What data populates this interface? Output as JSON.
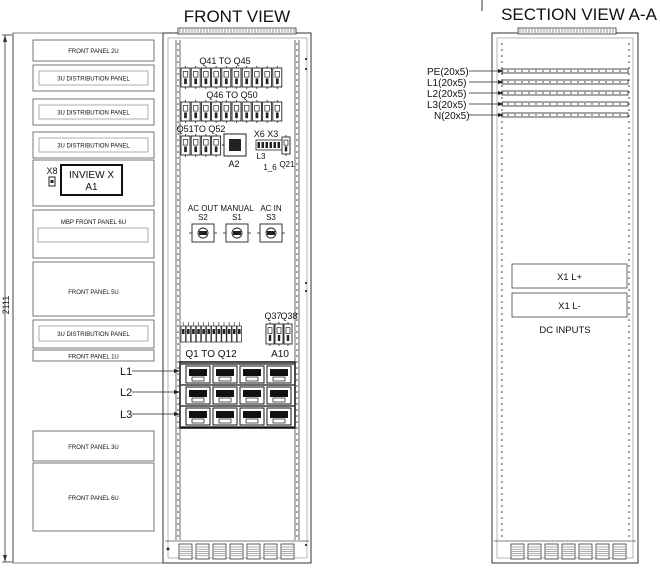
{
  "views": {
    "front_title": "FRONT VIEW",
    "section_title": "SECTION VIEW A-A"
  },
  "dimension": {
    "height_label": "2111"
  },
  "left_panels": [
    {
      "label": "FRONT PANEL 2U"
    },
    {
      "label": "3U DISTRIBUTION PANEL"
    },
    {
      "label": "3U DISTRIBUTION PANEL"
    },
    {
      "label": "3U DISTRIBUTION PANEL"
    },
    {
      "label": "MBP FRONT PANEL 6U"
    },
    {
      "label": "FRONT PANEL 5U"
    },
    {
      "label": "3U DISTRIBUTION PANEL"
    },
    {
      "label": "FRONT PANEL 1U"
    },
    {
      "label": "FRONT PANEL 3U"
    },
    {
      "label": "FRONT PANEL 6U"
    }
  ],
  "inview": {
    "line1": "INVIEW X",
    "line2": "A1",
    "x8": "X8"
  },
  "cabinet_labels": {
    "q41_q45": "Q41 TO Q45",
    "q46_q50": "Q46 TO Q50",
    "q51_q52": "Q51TO Q52",
    "a2": "A2",
    "x6_x3": "X6 X3",
    "l3": "L3",
    "q21": "Q21",
    "l6": "1_6",
    "ac_out": "AC OUT",
    "manual": "MANUAL",
    "ac_in": "AC IN",
    "s2": "S2",
    "s1": "S1",
    "s3": "S3",
    "q37": "Q37",
    "q38": "Q38",
    "q1_q12": "Q1 TO Q12",
    "a10": "A10"
  },
  "phase_labels": [
    "L1",
    "L2",
    "L3"
  ],
  "busbars": [
    {
      "label": "PE(20x5)"
    },
    {
      "label": "L1(20x5)"
    },
    {
      "label": "L2(20x5)"
    },
    {
      "label": "L3(20x5)"
    },
    {
      "label": "N(20x5)"
    }
  ],
  "dc_inputs": {
    "plus": "X1 L+",
    "minus": "X1 L-",
    "caption": "DC INPUTS"
  }
}
